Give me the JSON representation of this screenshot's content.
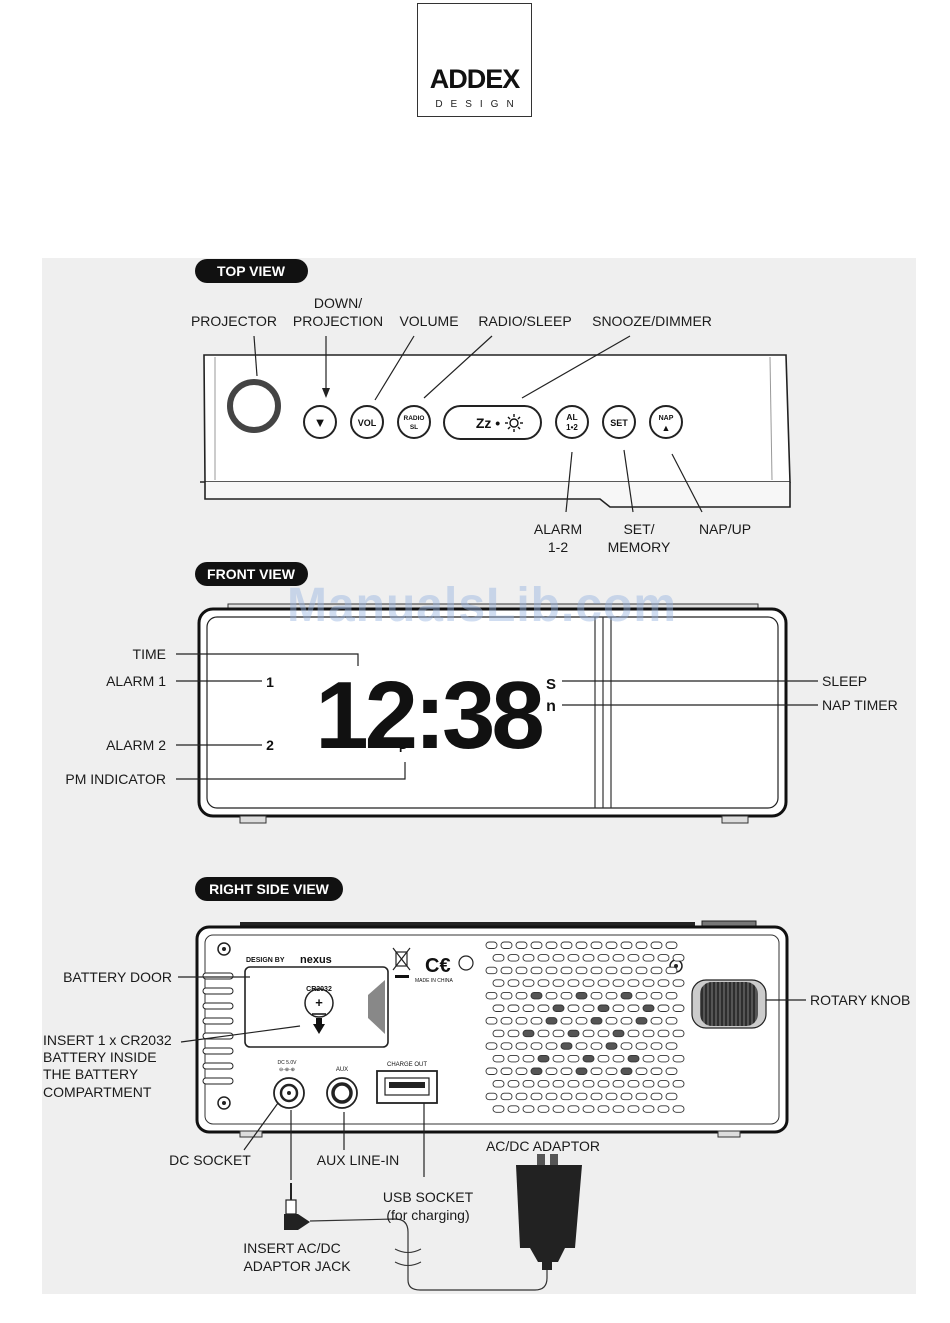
{
  "logo": {
    "brand": "ADDEX",
    "sub": "DESIGN"
  },
  "watermark": "ManualsLib.com",
  "top_view": {
    "title": "TOP VIEW",
    "labels": {
      "projector": "PROJECTOR",
      "down_projection": [
        "DOWN/",
        "PROJECTION"
      ],
      "volume": "VOLUME",
      "radio_sleep": "RADIO/SLEEP",
      "snooze_dimmer": "SNOOZE/DIMMER",
      "alarm": [
        "ALARM",
        "1-2"
      ],
      "set_memory": [
        "SET/",
        "MEMORY"
      ],
      "nap_up": "NAP/UP"
    },
    "buttons": {
      "down": "▼",
      "vol": "VOL",
      "radio": [
        "RADIO",
        "SL"
      ],
      "snooze": "Zz •",
      "al": [
        "AL",
        "1•2"
      ],
      "set": "SET",
      "nap": [
        "NAP",
        "▲"
      ]
    }
  },
  "front_view": {
    "title": "FRONT VIEW",
    "display_time": "12:38",
    "indicators": {
      "alarm1": "1",
      "alarm2": "2",
      "pm": "P",
      "sleep": "S",
      "nap": "n"
    },
    "labels": {
      "time": "TIME",
      "alarm1": "ALARM 1",
      "alarm2": "ALARM 2",
      "pm": "PM INDICATOR",
      "sleep": "SLEEP",
      "nap_timer": "NAP TIMER"
    }
  },
  "right_side_view": {
    "title": "RIGHT SIDE VIEW",
    "device_text": {
      "design_by": "DESIGN BY",
      "brand": "nexus",
      "battery": "CR2032",
      "battery_plus": "+",
      "made_in": "MADE IN CHINA",
      "dc_spec": [
        "DC 5.0V",
        "⊖-⊕-⊕"
      ],
      "aux": "AUX",
      "charge_out": "CHARGE OUT"
    },
    "labels": {
      "battery_door": "BATTERY DOOR",
      "insert_battery": [
        "INSERT 1 x CR2032",
        "BATTERY INSIDE",
        "THE BATTERY",
        "COMPARTMENT"
      ],
      "rotary_knob": "ROTARY KNOB",
      "dc_socket": "DC SOCKET",
      "aux_line_in": "AUX LINE-IN",
      "acdc_adaptor": "AC/DC ADAPTOR",
      "usb_socket": [
        "USB SOCKET",
        "(for charging)"
      ],
      "insert_jack": [
        "INSERT AC/DC",
        "ADAPTOR JACK"
      ]
    }
  },
  "colors": {
    "panel": "#efefef",
    "line": "#222222",
    "pill": "#111111",
    "watermark": "#96b4e1"
  }
}
